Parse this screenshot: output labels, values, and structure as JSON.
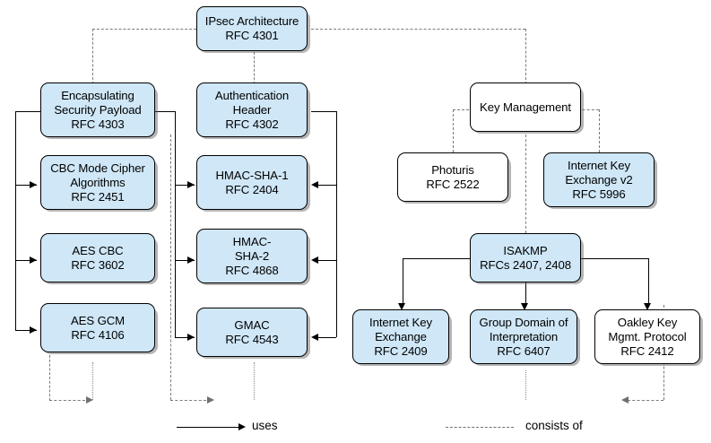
{
  "diagram": {
    "title": "IPsec Architecture",
    "colors": {
      "node_fill_blue": "#cfe7f7",
      "node_fill_white": "#ffffff",
      "node_border": "#000000",
      "uses_edge": "#000000",
      "consists_of_edge": "#6f6f6f"
    },
    "nodes": {
      "ipsec_architecture": {
        "line1": "IPsec Architecture",
        "line2": "RFC 4301"
      },
      "esp": {
        "line1": "Encapsulating",
        "line2": "Security Payload",
        "line3": "RFC 4303"
      },
      "cbc_mode_cipher": {
        "line1": "CBC Mode Cipher",
        "line2": "Algorithms",
        "line3": "RFC 2451"
      },
      "aes_cbc": {
        "line1": "AES CBC",
        "line2": "RFC 3602"
      },
      "aes_gcm": {
        "line1": "AES GCM",
        "line2": "RFC 4106"
      },
      "authentication_header": {
        "line1": "Authentication",
        "line2": "Header",
        "line3": "RFC 4302"
      },
      "hmac_sha_1": {
        "line1": "HMAC-SHA-1",
        "line2": "RFC 2404"
      },
      "hmac_sha_2": {
        "line1": "HMAC-",
        "line2": "SHA-2",
        "line3": "RFC 4868"
      },
      "gmac": {
        "line1": "GMAC",
        "line2": "RFC 4543"
      },
      "key_management": {
        "line1": "Key Management"
      },
      "photuris": {
        "line1": "Photuris",
        "line2": "RFC 2522"
      },
      "ikev2": {
        "line1": "Internet Key",
        "line2": "Exchange v2",
        "line3": "RFC 5996"
      },
      "isakmp": {
        "line1": "ISAKMP",
        "line2": "RFCs 2407, 2408"
      },
      "ike": {
        "line1": "Internet Key",
        "line2": "Exchange",
        "line3": "RFC 2409"
      },
      "gdoi": {
        "line1": "Group Domain of",
        "line2": "Interpretation",
        "line3": "RFC 6407"
      },
      "oakley": {
        "line1": "Oakley Key",
        "line2": "Mgmt. Protocol",
        "line3": "RFC 2412"
      }
    },
    "legend": {
      "uses_label": "uses",
      "consists_of_label": "consists of"
    }
  }
}
